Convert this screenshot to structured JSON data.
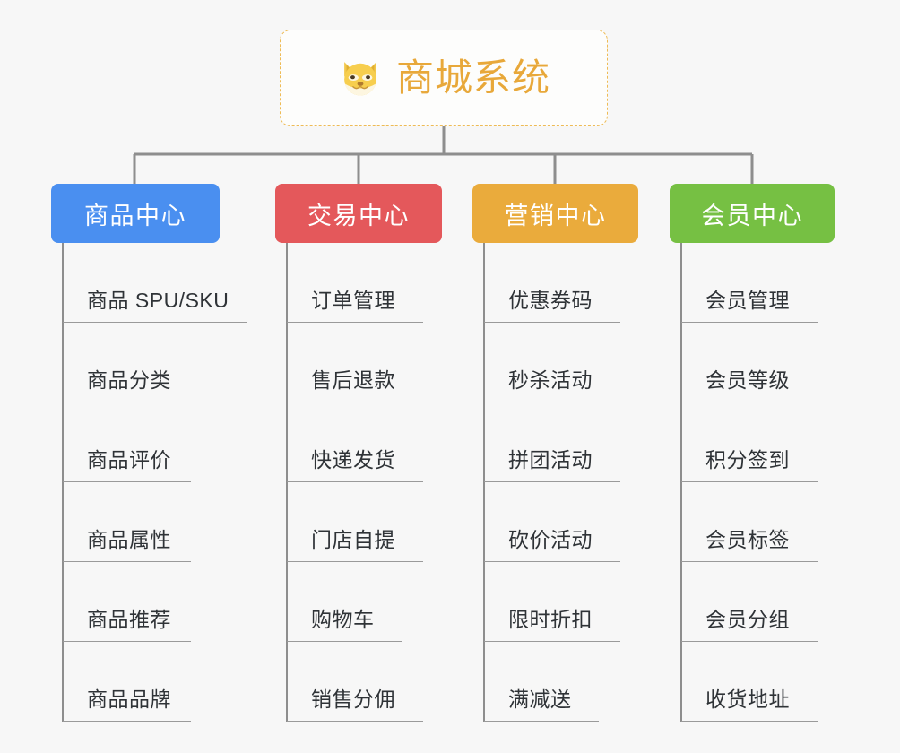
{
  "root": {
    "title": "商城系统",
    "icon": "shiba-dog-face-icon",
    "border_color": "#eebb55",
    "text_color": "#e8a83a",
    "background": "#fdfdfc"
  },
  "canvas": {
    "background": "#f7f7f7",
    "connector_color": "#8e8e8e",
    "rule_color": "#9a9a9a",
    "item_text_color": "#2f3337"
  },
  "columns": [
    {
      "title": "商品中心",
      "color": "#4a8ff0",
      "items": [
        "商品 SPU/SKU",
        "商品分类",
        "商品评价",
        "商品属性",
        "商品推荐",
        "商品品牌"
      ]
    },
    {
      "title": "交易中心",
      "color": "#e4585b",
      "items": [
        "订单管理",
        "售后退款",
        "快递发货",
        "门店自提",
        "购物车",
        "销售分佣"
      ]
    },
    {
      "title": "营销中心",
      "color": "#eaab3c",
      "items": [
        "优惠券码",
        "秒杀活动",
        "拼团活动",
        "砍价活动",
        "限时折扣",
        "满减送"
      ]
    },
    {
      "title": "会员中心",
      "color": "#76c043",
      "items": [
        "会员管理",
        "会员等级",
        "积分签到",
        "会员标签",
        "会员分组",
        "收货地址"
      ]
    }
  ]
}
